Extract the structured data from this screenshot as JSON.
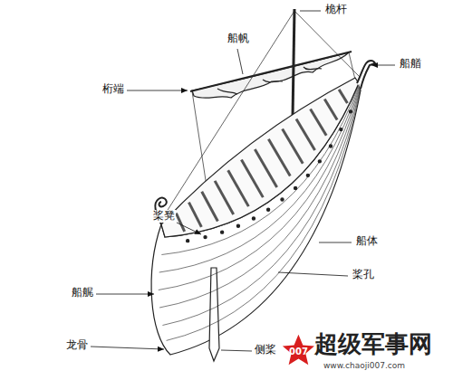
{
  "diagram": {
    "nodes": [
      {
        "text": [
          "007"
        ]
      }
    ],
    "labels": [
      "桅杆",
      "船帆",
      "船艏",
      "桁端",
      "桨凳",
      "船体",
      "桨孔",
      "船艉",
      "龙骨",
      "侧桨",
      "超级军事网",
      "www.chaoji007.com"
    ]
  }
}
